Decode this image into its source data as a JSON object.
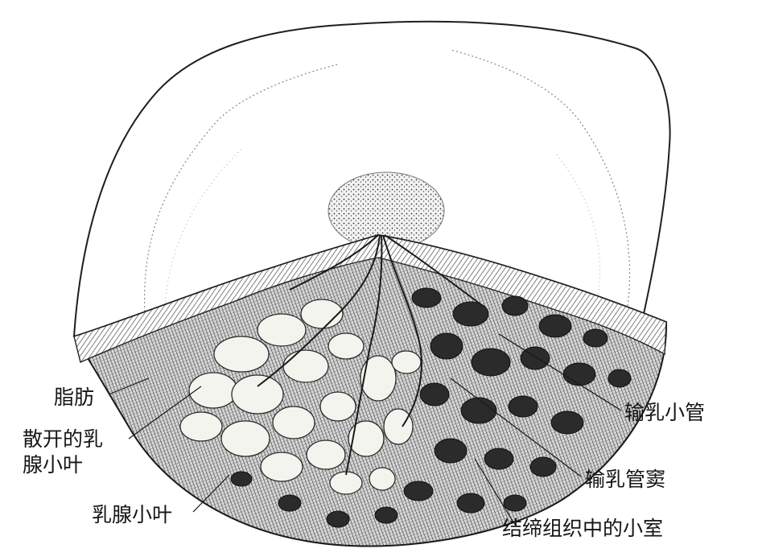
{
  "labels": {
    "fat": "脂肪",
    "scattered_lobules_line1": "散开的乳",
    "scattered_lobules_line2": "腺小叶",
    "mammary_lobules": "乳腺小叶",
    "lactiferous_ductules": "输乳小管",
    "lactiferous_sinus": "输乳管窦",
    "connective_tissue_chambers": "结缔组织中的小室"
  },
  "colors": {
    "ink": "#1a1a1a",
    "paper": "#ffffff",
    "tissue_dark": "#3a3a3a",
    "lobule_fill": "#f4f4ef"
  }
}
